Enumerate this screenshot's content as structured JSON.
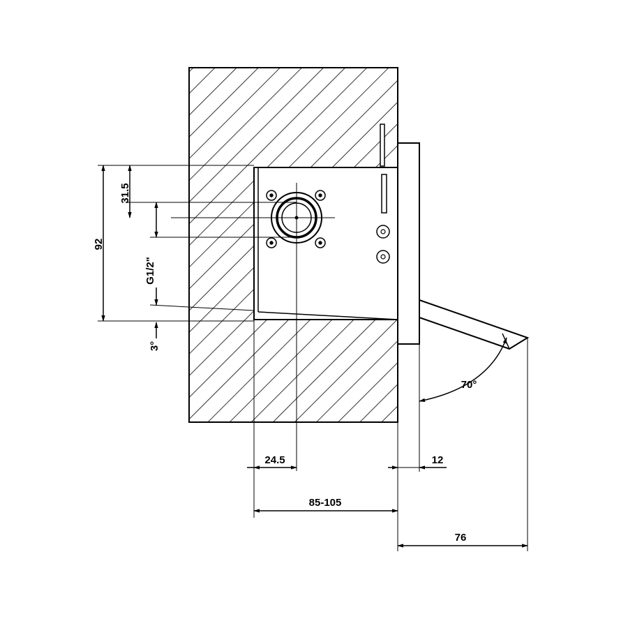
{
  "drawing": {
    "dimensions": {
      "d_31_5": "31.5",
      "d_92": "92",
      "d_g12": "G1/2\"",
      "d_3deg": "3°",
      "d_70deg": "70°",
      "d_24_5": "24.5",
      "d_12": "12",
      "d_85_105": "85-105",
      "d_76": "76"
    },
    "colors": {
      "line": "#000000",
      "background": "#ffffff"
    }
  }
}
